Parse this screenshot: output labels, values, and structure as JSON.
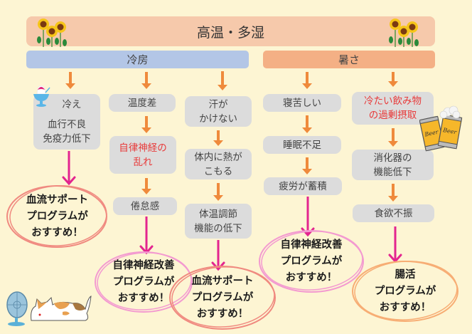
{
  "title": "高温・多湿",
  "categories": {
    "cooling": "冷房",
    "heat": "暑さ"
  },
  "columns": [
    {
      "steps": [
        {
          "lines": [
            "冷え",
            "",
            "血行不良",
            "免疫力低下"
          ],
          "highlight": false
        }
      ]
    },
    {
      "steps": [
        {
          "lines": [
            "温度差"
          ],
          "highlight": false
        },
        {
          "lines": [
            "自律神経の",
            "乱れ"
          ],
          "highlight": true
        },
        {
          "lines": [
            "倦怠感"
          ],
          "highlight": false
        }
      ]
    },
    {
      "steps": [
        {
          "lines": [
            "汗が",
            "かけない"
          ],
          "highlight": false
        },
        {
          "lines": [
            "体内に熱が",
            "こもる"
          ],
          "highlight": false
        },
        {
          "lines": [
            "体温調節",
            "機能の低下"
          ],
          "highlight": false
        }
      ]
    },
    {
      "steps": [
        {
          "lines": [
            "寝苦しい"
          ],
          "highlight": false
        },
        {
          "lines": [
            "睡眠不足"
          ],
          "highlight": false
        },
        {
          "lines": [
            "疲労が蓄積"
          ],
          "highlight": false
        }
      ]
    },
    {
      "steps": [
        {
          "lines": [
            "冷たい飲み物",
            "の過剰摂取"
          ],
          "highlight": true
        },
        {
          "lines": [
            "消化器の",
            "機能低下"
          ],
          "highlight": false
        },
        {
          "lines": [
            "食欲不振"
          ],
          "highlight": false
        }
      ]
    }
  ],
  "recommendations": [
    {
      "lines": [
        "血流サポート",
        "プログラムが",
        "おすすめ！"
      ],
      "ring_color": "#f08a80"
    },
    {
      "lines": [
        "自律神経改善",
        "プログラムが",
        "おすすめ！"
      ],
      "ring_color": "#f39ad0"
    },
    {
      "lines": [
        "血流サポート",
        "プログラムが",
        "おすすめ！"
      ],
      "ring_color": "#f08a80"
    },
    {
      "lines": [
        "自律神経改善",
        "プログラムが",
        "おすすめ！"
      ],
      "ring_color": "#f39ad0"
    },
    {
      "lines": [
        "腸活",
        "プログラムが",
        "おすすめ！"
      ],
      "ring_color": "#f7ad74"
    }
  ],
  "colors": {
    "background": "#fdf5d3",
    "banner": "#f6c9ab",
    "cooling": "#b3c6e6",
    "heat": "#f4b085",
    "box": "#dcdcdc",
    "step_arrow": "#ef8a3c",
    "result_arrow": "#e3258f",
    "highlight_text": "#e83a3a"
  },
  "illustrations": [
    "sunflower-icon",
    "shaved-ice-icon",
    "beer-icon",
    "fan-icon",
    "cat-icon"
  ],
  "beer_label": "Beer"
}
